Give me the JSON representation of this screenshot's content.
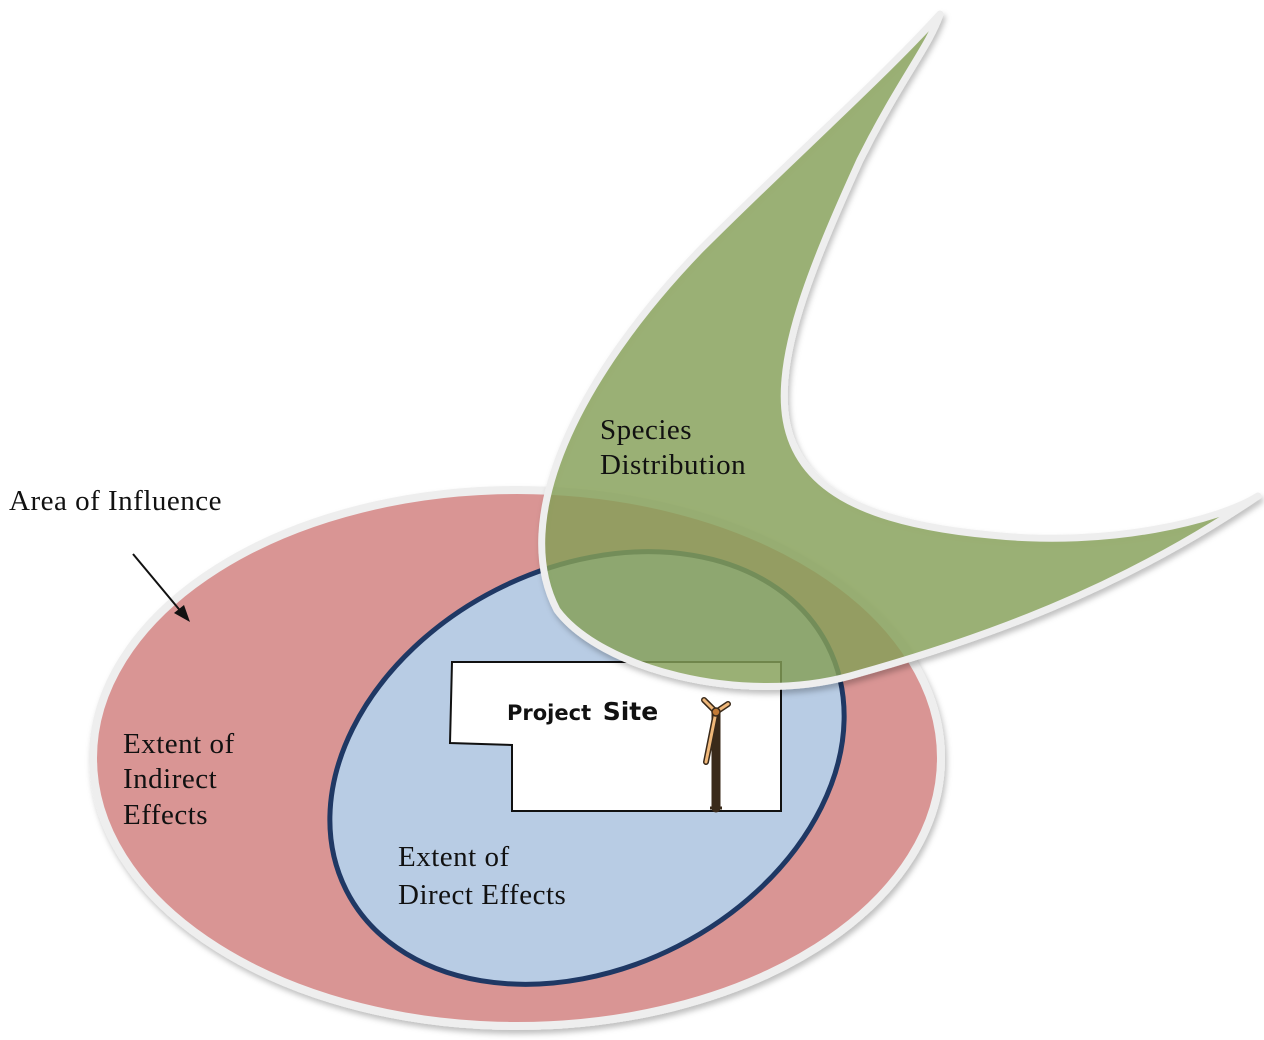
{
  "labels": {
    "area_of_influence": "Area of Influence",
    "indirect_line1": "Extent of",
    "indirect_line2": "Indirect",
    "indirect_line3": "Effects",
    "direct_line1": "Extent of",
    "direct_line2": "Direct Effects",
    "project_word": "Project",
    "site_word": "Site",
    "species_line1": "Species",
    "species_line2": "Distribution"
  },
  "colors": {
    "indirect_fill": "#d99594",
    "direct_fill": "#b8cce4",
    "direct_outline": "#1f3864",
    "species_fill": "#9bb077",
    "shape_rim": "#eeeeee",
    "project_site_fill": "#ffffff"
  },
  "icons": {
    "project_site": "wind-turbine-icon"
  }
}
